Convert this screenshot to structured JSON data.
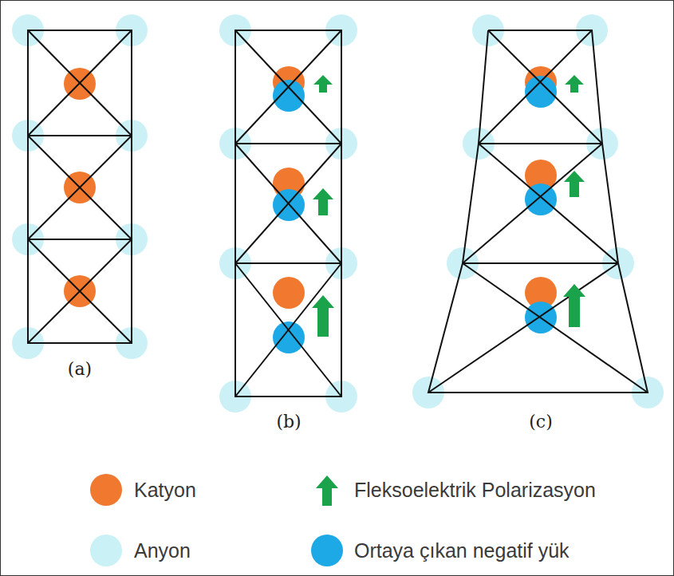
{
  "diagram": {
    "labels": [
      "(a)",
      "(b)",
      "(c)"
    ],
    "legend": [
      {
        "text": "Katyon",
        "color": "#f0792f"
      },
      {
        "text": "Anyon",
        "color": "#c9f1f6"
      },
      {
        "text": "Fleksoelektrik Polarizasyon"
      },
      {
        "text": "Ortaya çıkan negatif yük",
        "color": "#1ca9e6"
      }
    ]
  }
}
